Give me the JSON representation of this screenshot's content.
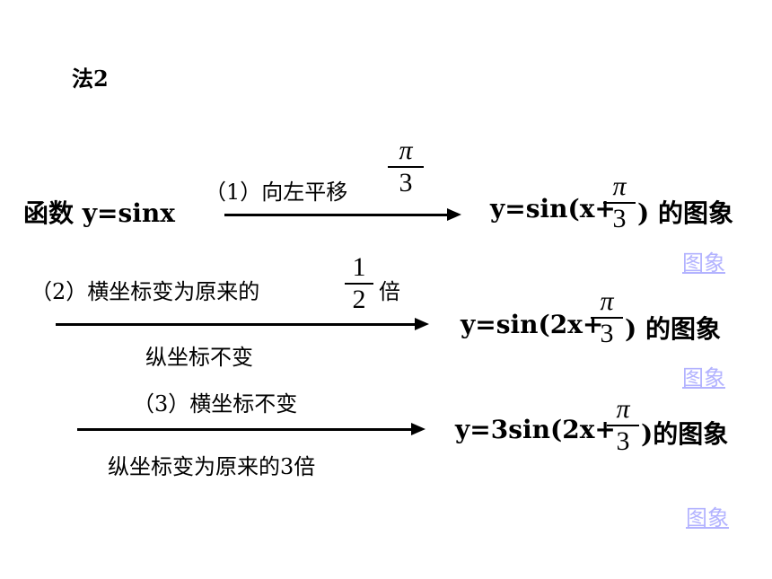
{
  "method_title": "法2",
  "row1": {
    "start": "函数 y=sinx",
    "step_label": "（1）向左平移",
    "shift": {
      "num": "π",
      "den": "3"
    },
    "result_before": "y=sin(x+",
    "result_frac": {
      "num": "π",
      "den": "3"
    },
    "result_after": ") 的图象",
    "link": "图象"
  },
  "row2": {
    "step_label_before": "（2）横坐标变为原来的",
    "step_frac": {
      "num": "1",
      "den": "2"
    },
    "step_label_after": "倍",
    "step_below": "纵坐标不变",
    "result_before": "y=sin(2x+",
    "result_frac": {
      "num": "π",
      "den": "3"
    },
    "result_after": ") 的图象",
    "link": "图象"
  },
  "row3": {
    "step_label": "（3）横坐标不变",
    "step_below": "纵坐标变为原来的3倍",
    "result_before": "y=3sin(2x+",
    "result_frac": {
      "num": "π",
      "den": "3"
    },
    "result_after": ")的图象",
    "link": "图象"
  }
}
